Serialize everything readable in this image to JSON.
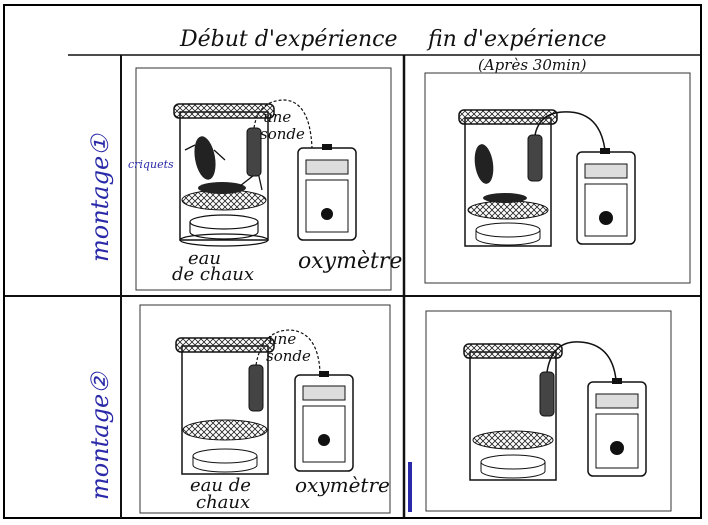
{
  "header": {
    "debut": "Début d'expérience",
    "fin": "fin d'expérience",
    "apres": "(Après 30min)"
  },
  "rows": [
    {
      "label": "montage①"
    },
    {
      "label": "montage②"
    }
  ],
  "annotations": {
    "une_sonde_1": [
      "une",
      "sonde"
    ],
    "criquets": "criquets",
    "eau_chaux_1": [
      "eau",
      "de chaux"
    ],
    "oxymetre_1": "oxymètre",
    "une_sonde_2": [
      "une",
      "sonde"
    ],
    "eau_chaux_2": [
      "eau de",
      "chaux"
    ],
    "oxymetre_2": "oxymètre"
  },
  "colors": {
    "ink": "#111111",
    "blue_ink": "#2a2aa8",
    "frame": "#000000"
  }
}
